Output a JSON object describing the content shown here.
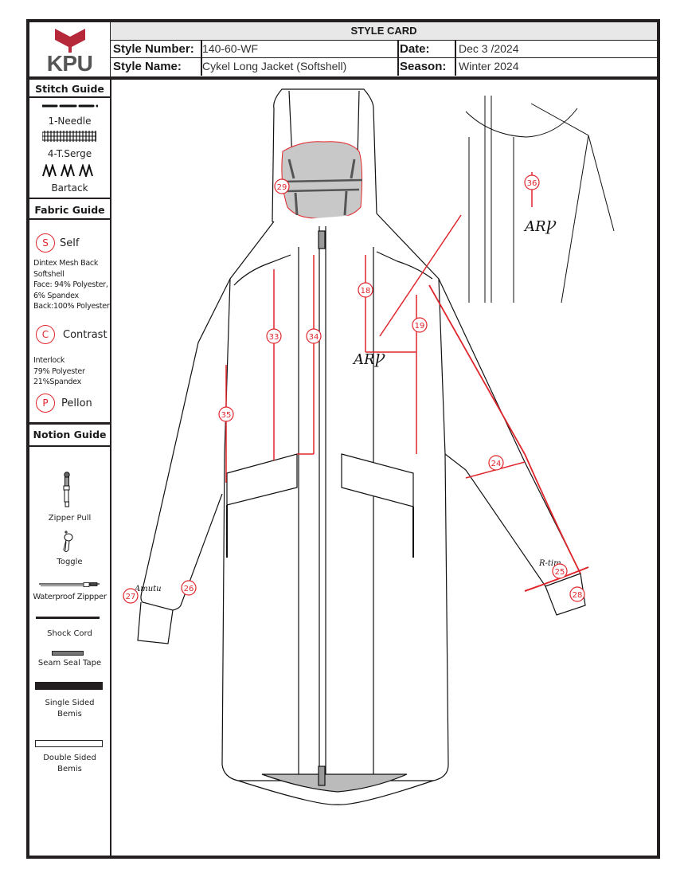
{
  "header": {
    "logo_text": "KPU",
    "title": "STYLE CARD",
    "style_number_label": "Style Number:",
    "style_number": "140-60-WF",
    "style_name_label": "Style Name:",
    "style_name": "Cykel Long Jacket (Softshell)",
    "date_label": "Date:",
    "date": "Dec 3 /2024",
    "season_label": "Season:",
    "season": "Winter 2024"
  },
  "stitch_guide": {
    "title": "Stitch Guide",
    "items": [
      {
        "icon": "dashed-line-icon",
        "label": "1-Needle"
      },
      {
        "icon": "serge-stitch-icon",
        "label": "4-T.Serge"
      },
      {
        "icon": "bartack-icon",
        "label": "Bartack"
      }
    ]
  },
  "fabric_guide": {
    "title": "Fabric Guide",
    "self": {
      "code": "S",
      "label": "Self",
      "description": [
        "Dintex Mesh Back",
        "Softshell",
        "Face: 94% Polyester,",
        "6% Spandex",
        "Back:100% Polyester"
      ]
    },
    "contrast": {
      "code": "C",
      "label": "Contrast",
      "description": [
        "Interlock",
        "79% Polyester",
        "21%Spandex"
      ]
    },
    "pellon": {
      "code": "P",
      "label": "Pellon"
    }
  },
  "notion_guide": {
    "title": "Notion Guide",
    "items": [
      {
        "icon": "zipper-pull-icon",
        "label": "Zipper Pull"
      },
      {
        "icon": "toggle-icon",
        "label": "Toggle"
      },
      {
        "icon": "waterproof-zipper-icon",
        "label": "Waterproof Zippper"
      },
      {
        "icon": "shock-cord-icon",
        "label": "Shock Cord"
      },
      {
        "icon": "seam-seal-tape-icon",
        "label": "Seam Seal Tape"
      },
      {
        "icon": "single-sided-bemis-icon",
        "label": "Single Sided Bemis"
      },
      {
        "icon": "double-sided-bemis-icon",
        "label": "Double Sided Bemis"
      }
    ]
  },
  "callouts": [
    "18",
    "19",
    "24",
    "25",
    "26",
    "27",
    "28",
    "29",
    "33",
    "34",
    "35",
    "36"
  ],
  "colors": {
    "accent_red": "#e0262c",
    "frame": "#231f20",
    "title_bar": "#e8e8e8",
    "logo_red": "#b5293b",
    "logo_grey": "#555555",
    "fill_grey": "#c8c8c8"
  }
}
